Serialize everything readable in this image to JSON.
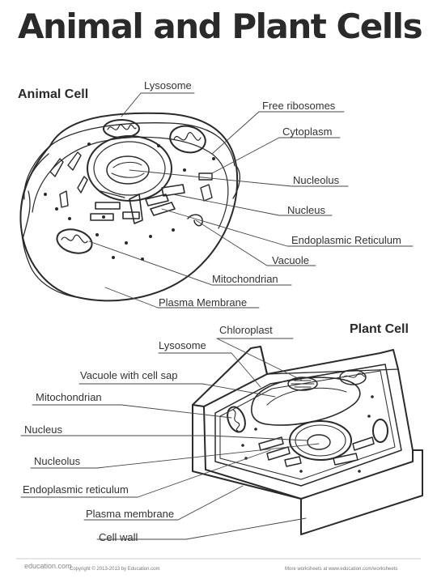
{
  "title": "Animal and Plant Cells",
  "animal_cell": {
    "heading": "Animal Cell",
    "labels": {
      "lysosome": "Lysosome",
      "free_ribosomes": "Free ribosomes",
      "cytoplasm": "Cytoplasm",
      "nucleolus": "Nucleolus",
      "nucleus": "Nucleus",
      "endoplasmic_reticulum": "Endoplasmic Reticulum",
      "vacuole": "Vacuole",
      "mitochondrian": "Mitochondrian",
      "plasma_membrane": "Plasma Membrane"
    }
  },
  "plant_cell": {
    "heading": "Plant Cell",
    "labels": {
      "chloroplast": "Chloroplast",
      "lysosome": "Lysosome",
      "vacuole": "Vacuole with cell sap",
      "mitochondrian": "Mitochondrian",
      "nucleus": "Nucleus",
      "nucleolus": "Nucleolus",
      "endoplasmic_reticulum": "Endoplasmic reticulum",
      "plasma_membrane": "Plasma membrane",
      "cell_wall": "Cell wall"
    }
  },
  "footer": {
    "logo": "education.com",
    "copyright": "Copyright © 2013-2013 by Education.com",
    "more": "More worksheets at www.education.com/worksheets"
  }
}
